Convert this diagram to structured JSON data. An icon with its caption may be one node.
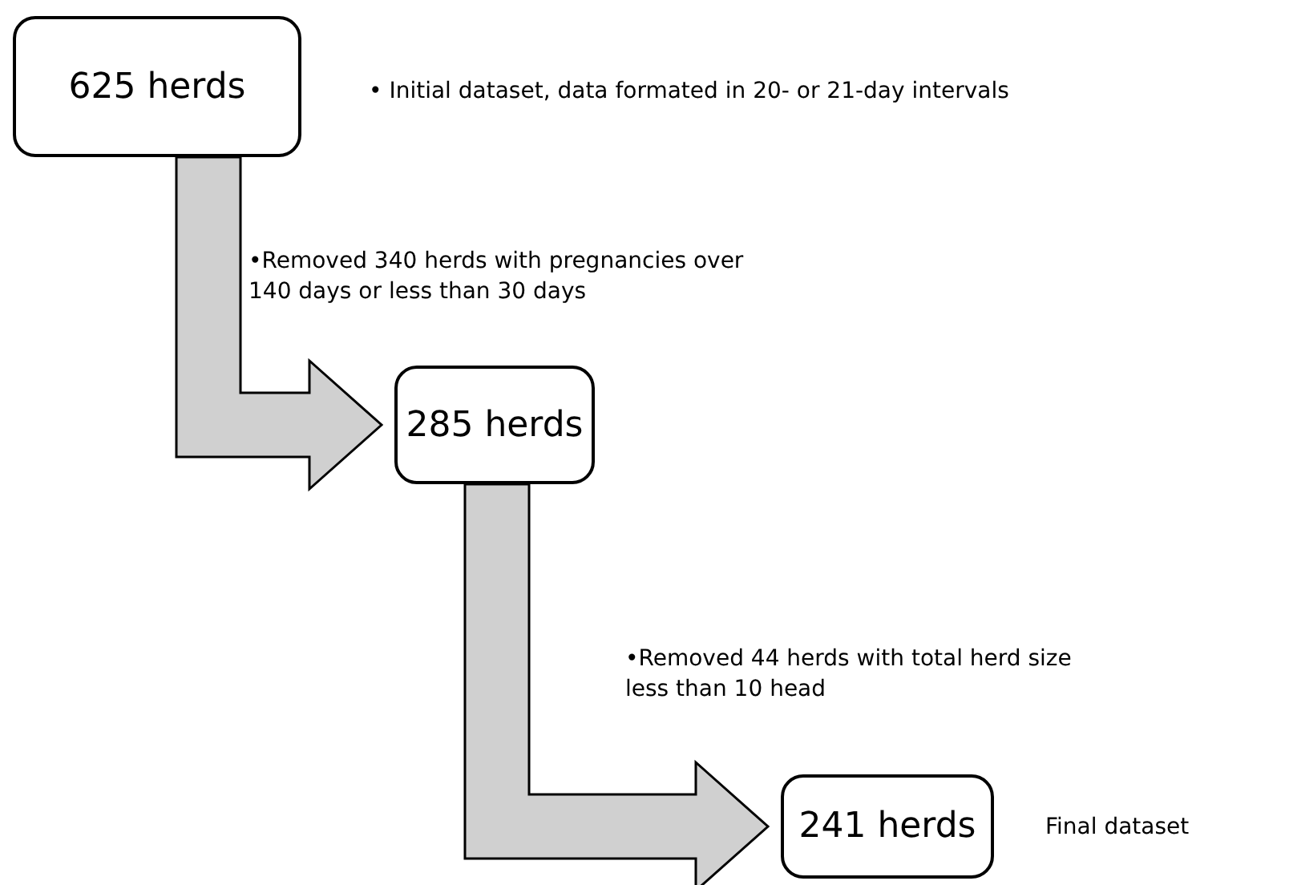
{
  "diagram": {
    "nodes": [
      {
        "text": [
          "625 herds"
        ],
        "beside": [
          "• Initial dataset, data formated in 20- or 21-day intervals"
        ]
      },
      {
        "text": [
          "285 herds"
        ]
      },
      {
        "text": [
          "241 herds"
        ],
        "beside": [
          "Final dataset"
        ]
      }
    ],
    "edges": [
      {
        "from": 0,
        "to": 1,
        "arrow": "to",
        "label": "•Removed 340 herds with pregnancies over 140 days or less than 30 days"
      },
      {
        "from": 1,
        "to": 2,
        "arrow": "to",
        "label": "•Removed 44 herds with total herd size less than 10 head"
      }
    ]
  }
}
